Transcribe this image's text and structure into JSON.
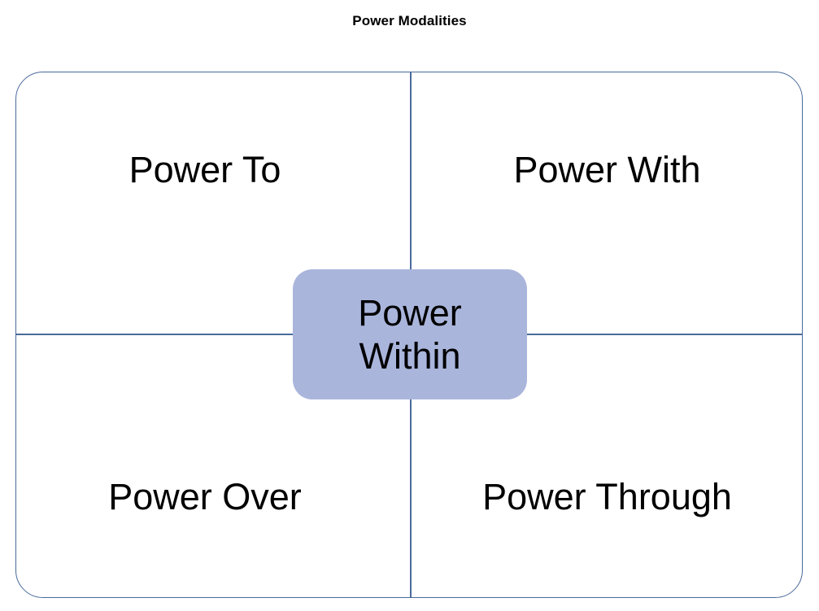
{
  "diagram": {
    "title": "Power Modalities",
    "frame": {
      "border_color": "#4a6a9b",
      "divider_color": "#4a6a9b",
      "background": "#ffffff"
    },
    "quadrants": [
      {
        "position": "top-left",
        "label": "Power To"
      },
      {
        "position": "top-right",
        "label": "Power With"
      },
      {
        "position": "bottom-left",
        "label": "Power Over"
      },
      {
        "position": "bottom-right",
        "label": "Power Through"
      }
    ],
    "center": {
      "label": "Power\nWithin",
      "fill_color": "#aab5dc",
      "text_color": "#000000"
    }
  }
}
